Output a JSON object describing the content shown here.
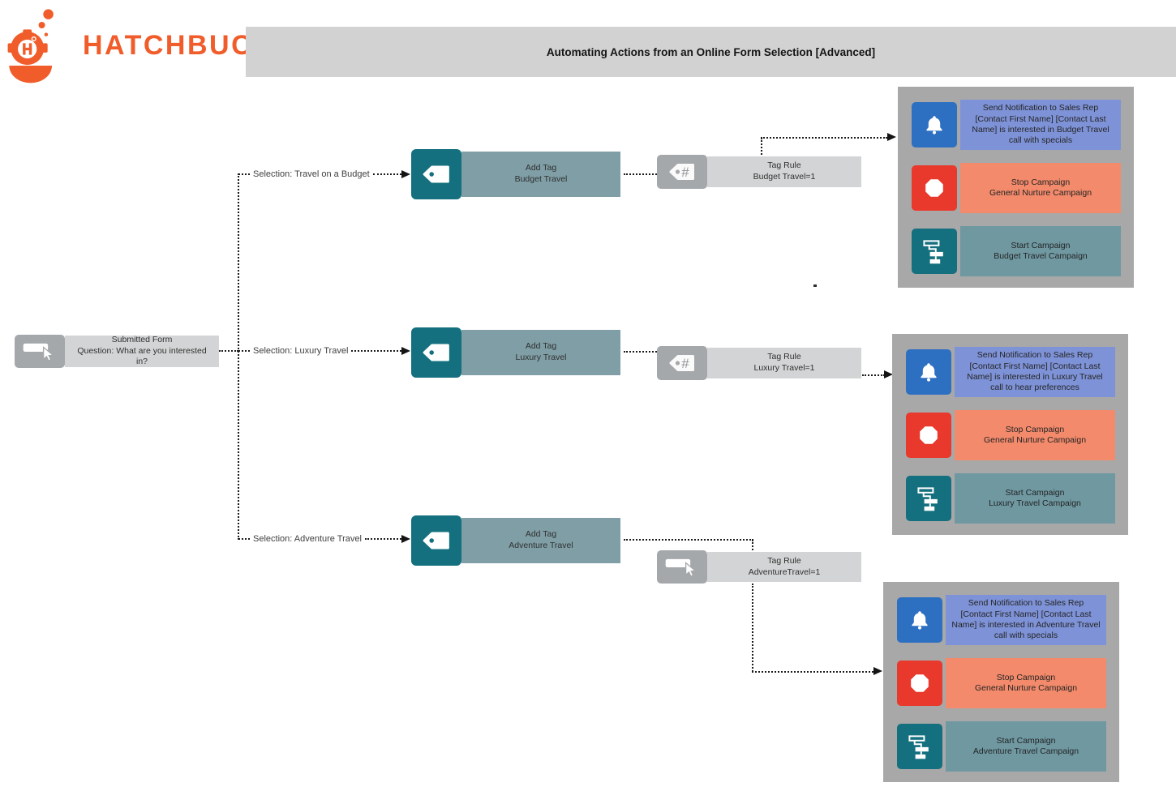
{
  "brand": {
    "name": "HATCHBUCK",
    "tm": "™",
    "logo_icon": "hatchbuck-diver-helmet-icon",
    "color": "#f15c2b"
  },
  "title_bar": {
    "text": "Automating Actions from an Online Form Selection [Advanced]",
    "bg": "#d2d2d2"
  },
  "root_node": {
    "icon": "form-cursor-icon",
    "line1": "Submitted Form",
    "line2": "Question: What are you interested in?"
  },
  "branches": [
    {
      "label": "Selection: Travel on a Budget",
      "add_tag": {
        "icon": "tag-icon",
        "line1": "Add Tag",
        "line2": "Budget Travel"
      },
      "tag_rule": {
        "icon": "tag-hash-icon",
        "line1": "Tag Rule",
        "line2": "Budget Travel=1"
      },
      "actions": {
        "notification": {
          "icon": "bell-icon",
          "text": "Send Notification to Sales Rep [Contact First Name] [Contact Last Name] is interested in Budget Travel call with specials"
        },
        "stop": {
          "icon": "stop-octagon-icon",
          "line1": "Stop Campaign",
          "line2": "General Nurture Campaign"
        },
        "start": {
          "icon": "campaign-flow-icon",
          "line1": "Start Campaign",
          "line2": "Budget Travel Campaign"
        }
      }
    },
    {
      "label": "Selection: Luxury Travel",
      "add_tag": {
        "icon": "tag-icon",
        "line1": "Add Tag",
        "line2": "Luxury Travel"
      },
      "tag_rule": {
        "icon": "tag-hash-icon",
        "line1": "Tag Rule",
        "line2": "Luxury Travel=1"
      },
      "actions": {
        "notification": {
          "icon": "bell-icon",
          "text": "Send Notification to Sales Rep [Contact First Name] [Contact Last Name] is interested in Luxury Travel call to hear preferences"
        },
        "stop": {
          "icon": "stop-octagon-icon",
          "line1": "Stop Campaign",
          "line2": "General Nurture Campaign"
        },
        "start": {
          "icon": "campaign-flow-icon",
          "line1": "Start Campaign",
          "line2": "Luxury Travel Campaign"
        }
      }
    },
    {
      "label": "Selection: Adventure Travel",
      "add_tag": {
        "icon": "tag-icon",
        "line1": "Add Tag",
        "line2": "Adventure Travel"
      },
      "tag_rule": {
        "icon": "form-cursor-icon",
        "line1": "Tag Rule",
        "line2": "AdventureTravel=1"
      },
      "actions": {
        "notification": {
          "icon": "bell-icon",
          "text": "Send Notification to Sales Rep [Contact First Name] [Contact Last Name] is interested in Adventure Travel call with specials"
        },
        "stop": {
          "icon": "stop-octagon-icon",
          "line1": "Stop Campaign",
          "line2": "General Nurture Campaign"
        },
        "start": {
          "icon": "campaign-flow-icon",
          "line1": "Start Campaign",
          "line2": "Adventure Travel Campaign"
        }
      }
    }
  ],
  "colors": {
    "brand_orange": "#f15c2b",
    "title_bar_bg": "#d2d2d2",
    "teal_icon": "#14707e",
    "teal_box": "#7f9ea6",
    "start_box": "#6f98a1",
    "blue_icon": "#2d70c2",
    "blue_box": "#7e92d7",
    "red_icon": "#e8392c",
    "salmon_box": "#f28a6b",
    "gray_icon_box": "#a4a8ab",
    "gray_text_box": "#d3d4d5",
    "group_bg": "#a8a8a8",
    "connector": "#1b1b1b"
  }
}
